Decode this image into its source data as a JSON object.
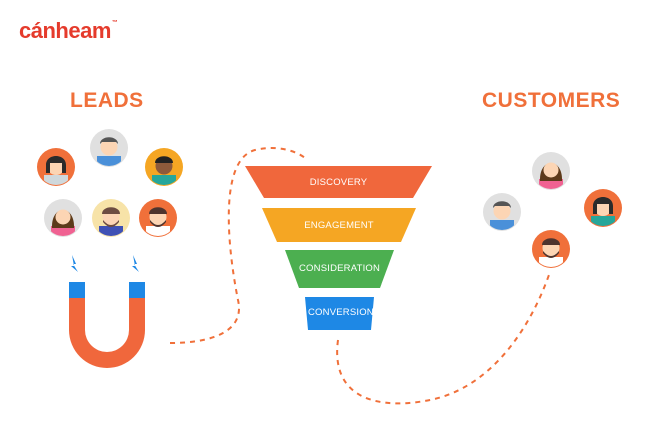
{
  "logo": {
    "text": "cánheam",
    "mark": "™"
  },
  "leads": {
    "title": "LEADS"
  },
  "customers": {
    "title": "CUSTOMERS"
  },
  "funnel": {
    "stages": [
      {
        "label": "DISCOVERY",
        "color": "#f0673c"
      },
      {
        "label": "ENGAGEMENT",
        "color": "#f5a623"
      },
      {
        "label": "CONSIDERATION",
        "color": "#4caf50"
      },
      {
        "label": "CONVERSION",
        "color": "#1e88e5"
      }
    ]
  },
  "colors": {
    "accent": "#f0703a",
    "magnet": "#f0673c",
    "magnet_tip": "#1e88e5",
    "dash": "#f0703a"
  },
  "icons": [
    "person-avatar-icon",
    "magnet-icon",
    "lightning-icon",
    "dashed-path"
  ]
}
